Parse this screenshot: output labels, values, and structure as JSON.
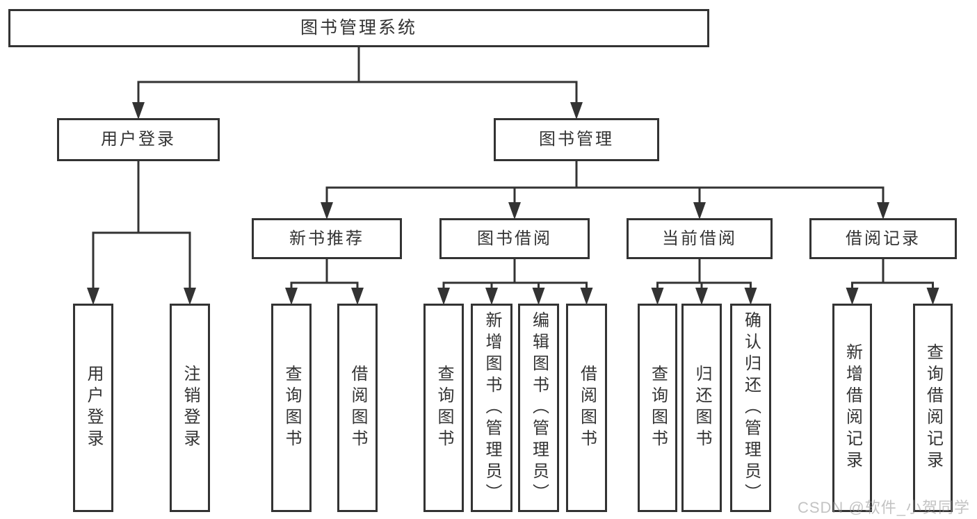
{
  "diagram": {
    "title": "图书管理系统",
    "nodes": [
      {
        "id": "root",
        "label": "图书管理系统",
        "type": "root"
      },
      {
        "id": "user-login",
        "label": "用户登录",
        "type": "branch"
      },
      {
        "id": "book-mgmt",
        "label": "图书管理",
        "type": "branch"
      },
      {
        "id": "new-book-rec",
        "label": "新书推荐",
        "type": "branch"
      },
      {
        "id": "book-borrow",
        "label": "图书借阅",
        "type": "branch"
      },
      {
        "id": "current-borrow",
        "label": "当前借阅",
        "type": "branch"
      },
      {
        "id": "borrow-records",
        "label": "借阅记录",
        "type": "branch"
      },
      {
        "id": "leaf-user-login",
        "label": "用户登录",
        "type": "leaf"
      },
      {
        "id": "leaf-logout",
        "label": "注销登录",
        "type": "leaf"
      },
      {
        "id": "leaf-query-book-rec",
        "label": "查询图书",
        "type": "leaf"
      },
      {
        "id": "leaf-borrow-book-rec",
        "label": "借阅图书",
        "type": "leaf"
      },
      {
        "id": "leaf-query-book-borrow",
        "label": "查询图书",
        "type": "leaf"
      },
      {
        "id": "leaf-add-book-admin",
        "label": "新增图书（管理员）",
        "type": "leaf"
      },
      {
        "id": "leaf-edit-book-admin",
        "label": "编辑图书（管理员）",
        "type": "leaf"
      },
      {
        "id": "leaf-borrow-book",
        "label": "借阅图书",
        "type": "leaf"
      },
      {
        "id": "leaf-query-book-current",
        "label": "查询图书",
        "type": "leaf"
      },
      {
        "id": "leaf-return-book",
        "label": "归还图书",
        "type": "leaf"
      },
      {
        "id": "leaf-confirm-return-admin",
        "label": "确认归还（管理员）",
        "type": "leaf"
      },
      {
        "id": "leaf-add-borrow-record",
        "label": "新增借阅记录",
        "type": "leaf"
      },
      {
        "id": "leaf-query-borrow-record",
        "label": "查询借阅记录",
        "type": "leaf"
      }
    ],
    "edges": [
      {
        "from": "root",
        "to": [
          "user-login",
          "book-mgmt"
        ]
      },
      {
        "from": "book-mgmt",
        "to": [
          "new-book-rec",
          "book-borrow",
          "current-borrow",
          "borrow-records"
        ]
      },
      {
        "from": "user-login",
        "to": [
          "leaf-user-login",
          "leaf-logout"
        ]
      },
      {
        "from": "new-book-rec",
        "to": [
          "leaf-query-book-rec",
          "leaf-borrow-book-rec"
        ]
      },
      {
        "from": "book-borrow",
        "to": [
          "leaf-query-book-borrow",
          "leaf-add-book-admin",
          "leaf-edit-book-admin",
          "leaf-borrow-book"
        ]
      },
      {
        "from": "current-borrow",
        "to": [
          "leaf-query-book-current",
          "leaf-return-book",
          "leaf-confirm-return-admin"
        ]
      },
      {
        "from": "borrow-records",
        "to": [
          "leaf-add-borrow-record",
          "leaf-query-borrow-record"
        ]
      }
    ]
  },
  "watermark": {
    "text": "CSDN @软件_小贺同学"
  },
  "colors": {
    "line": "#333333",
    "text": "#333333",
    "background": "#ffffff",
    "watermark": "#919191"
  }
}
